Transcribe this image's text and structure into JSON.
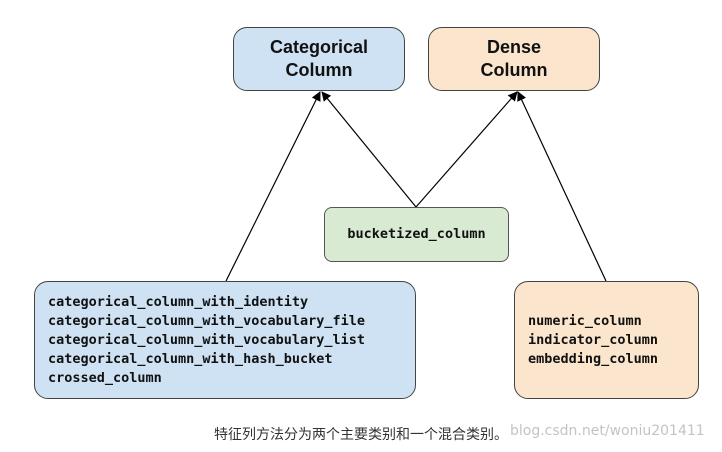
{
  "nodes": {
    "categorical": {
      "line1": "Categorical",
      "line2": "Column"
    },
    "dense": {
      "line1": "Dense",
      "line2": "Column"
    },
    "bucketized": {
      "label": "bucketized_column"
    },
    "categorical_functions": [
      "categorical_column_with_identity",
      "categorical_column_with_vocabulary_file",
      "categorical_column_with_vocabulary_list",
      "categorical_column_with_hash_bucket",
      "crossed_column"
    ],
    "dense_functions": [
      "numeric_column",
      "indicator_column",
      "embedding_column"
    ]
  },
  "caption": "特征列方法分为两个主要类别和一个混合类别。",
  "watermark": "blog.csdn.net/woniu201411",
  "colors": {
    "categorical_fill": "#cfe2f3",
    "dense_fill": "#fce5cd",
    "bucketized_fill": "#d9ead3",
    "edge": "#000000"
  }
}
